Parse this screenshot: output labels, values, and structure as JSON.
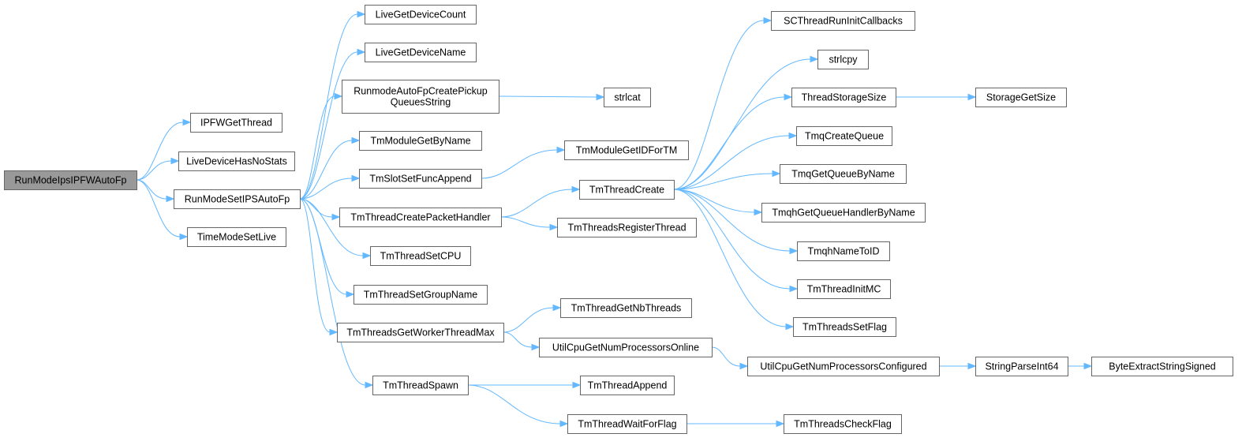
{
  "diagram": {
    "edge_color": "#63b8ff",
    "root_fill": "#999999",
    "nodes": [
      {
        "id": "root",
        "lines": [
          "RunModeIpsIPFWAutoFp"
        ],
        "root": true
      },
      {
        "id": "ipfw",
        "lines": [
          "IPFWGetThread"
        ]
      },
      {
        "id": "livenostats",
        "lines": [
          "LiveDeviceHasNoStats"
        ]
      },
      {
        "id": "runmodeset",
        "lines": [
          "RunModeSetIPSAutoFp"
        ]
      },
      {
        "id": "timemode",
        "lines": [
          "TimeModeSetLive"
        ]
      },
      {
        "id": "livecount",
        "lines": [
          "LiveGetDeviceCount"
        ]
      },
      {
        "id": "livename",
        "lines": [
          "LiveGetDeviceName"
        ]
      },
      {
        "id": "pickup",
        "lines": [
          "RunmodeAutoFpCreatePickup",
          "QueuesString"
        ]
      },
      {
        "id": "modbyname",
        "lines": [
          "TmModuleGetByName"
        ]
      },
      {
        "id": "slotappend",
        "lines": [
          "TmSlotSetFuncAppend"
        ]
      },
      {
        "id": "createpkt",
        "lines": [
          "TmThreadCreatePacketHandler"
        ]
      },
      {
        "id": "setcpu",
        "lines": [
          "TmThreadSetCPU"
        ]
      },
      {
        "id": "groupname",
        "lines": [
          "TmThreadSetGroupName"
        ]
      },
      {
        "id": "workermax",
        "lines": [
          "TmThreadsGetWorkerThreadMax"
        ]
      },
      {
        "id": "spawn",
        "lines": [
          "TmThreadSpawn"
        ]
      },
      {
        "id": "strlcat",
        "lines": [
          "strlcat"
        ]
      },
      {
        "id": "modid",
        "lines": [
          "TmModuleGetIDForTM"
        ]
      },
      {
        "id": "tcreate",
        "lines": [
          "TmThreadCreate"
        ]
      },
      {
        "id": "regthread",
        "lines": [
          "TmThreadsRegisterThread"
        ]
      },
      {
        "id": "nbthreads",
        "lines": [
          "TmThreadGetNbThreads"
        ]
      },
      {
        "id": "cpuonline",
        "lines": [
          "UtilCpuGetNumProcessorsOnline"
        ]
      },
      {
        "id": "tappend",
        "lines": [
          "TmThreadAppend"
        ]
      },
      {
        "id": "waitflag",
        "lines": [
          "TmThreadWaitForFlag"
        ]
      },
      {
        "id": "scinit",
        "lines": [
          "SCThreadRunInitCallbacks"
        ]
      },
      {
        "id": "strlcpy",
        "lines": [
          "strlcpy"
        ]
      },
      {
        "id": "storagesize",
        "lines": [
          "ThreadStorageSize"
        ]
      },
      {
        "id": "tmqcreate",
        "lines": [
          "TmqCreateQueue"
        ]
      },
      {
        "id": "tmqgetq",
        "lines": [
          "TmqGetQueueByName"
        ]
      },
      {
        "id": "tmqhgetq",
        "lines": [
          "TmqhGetQueueHandlerByName"
        ]
      },
      {
        "id": "tmqhname",
        "lines": [
          "TmqhNameToID"
        ]
      },
      {
        "id": "initmc",
        "lines": [
          "TmThreadInitMC"
        ]
      },
      {
        "id": "setflag",
        "lines": [
          "TmThreadsSetFlag"
        ]
      },
      {
        "id": "cpuconf",
        "lines": [
          "UtilCpuGetNumProcessorsConfigured"
        ]
      },
      {
        "id": "checkflag",
        "lines": [
          "TmThreadsCheckFlag"
        ]
      },
      {
        "id": "storagegetsize",
        "lines": [
          "StorageGetSize"
        ]
      },
      {
        "id": "parseint",
        "lines": [
          "StringParseInt64"
        ]
      },
      {
        "id": "byteextract",
        "lines": [
          "ByteExtractStringSigned"
        ]
      }
    ],
    "edges": [
      [
        "root",
        "ipfw"
      ],
      [
        "root",
        "livenostats"
      ],
      [
        "root",
        "runmodeset"
      ],
      [
        "root",
        "timemode"
      ],
      [
        "runmodeset",
        "livecount"
      ],
      [
        "runmodeset",
        "livename"
      ],
      [
        "runmodeset",
        "pickup"
      ],
      [
        "runmodeset",
        "modbyname"
      ],
      [
        "runmodeset",
        "slotappend"
      ],
      [
        "runmodeset",
        "createpkt"
      ],
      [
        "runmodeset",
        "setcpu"
      ],
      [
        "runmodeset",
        "groupname"
      ],
      [
        "runmodeset",
        "workermax"
      ],
      [
        "runmodeset",
        "spawn"
      ],
      [
        "pickup",
        "strlcat"
      ],
      [
        "slotappend",
        "modid"
      ],
      [
        "createpkt",
        "tcreate"
      ],
      [
        "createpkt",
        "regthread"
      ],
      [
        "workermax",
        "nbthreads"
      ],
      [
        "workermax",
        "cpuonline"
      ],
      [
        "spawn",
        "tappend"
      ],
      [
        "spawn",
        "waitflag"
      ],
      [
        "tcreate",
        "scinit"
      ],
      [
        "tcreate",
        "strlcpy"
      ],
      [
        "tcreate",
        "storagesize"
      ],
      [
        "tcreate",
        "tmqcreate"
      ],
      [
        "tcreate",
        "tmqgetq"
      ],
      [
        "tcreate",
        "tmqhgetq"
      ],
      [
        "tcreate",
        "tmqhname"
      ],
      [
        "tcreate",
        "initmc"
      ],
      [
        "tcreate",
        "setflag"
      ],
      [
        "storagesize",
        "storagegetsize"
      ],
      [
        "cpuonline",
        "cpuconf"
      ],
      [
        "cpuconf",
        "parseint"
      ],
      [
        "parseint",
        "byteextract"
      ],
      [
        "waitflag",
        "checkflag"
      ]
    ]
  }
}
